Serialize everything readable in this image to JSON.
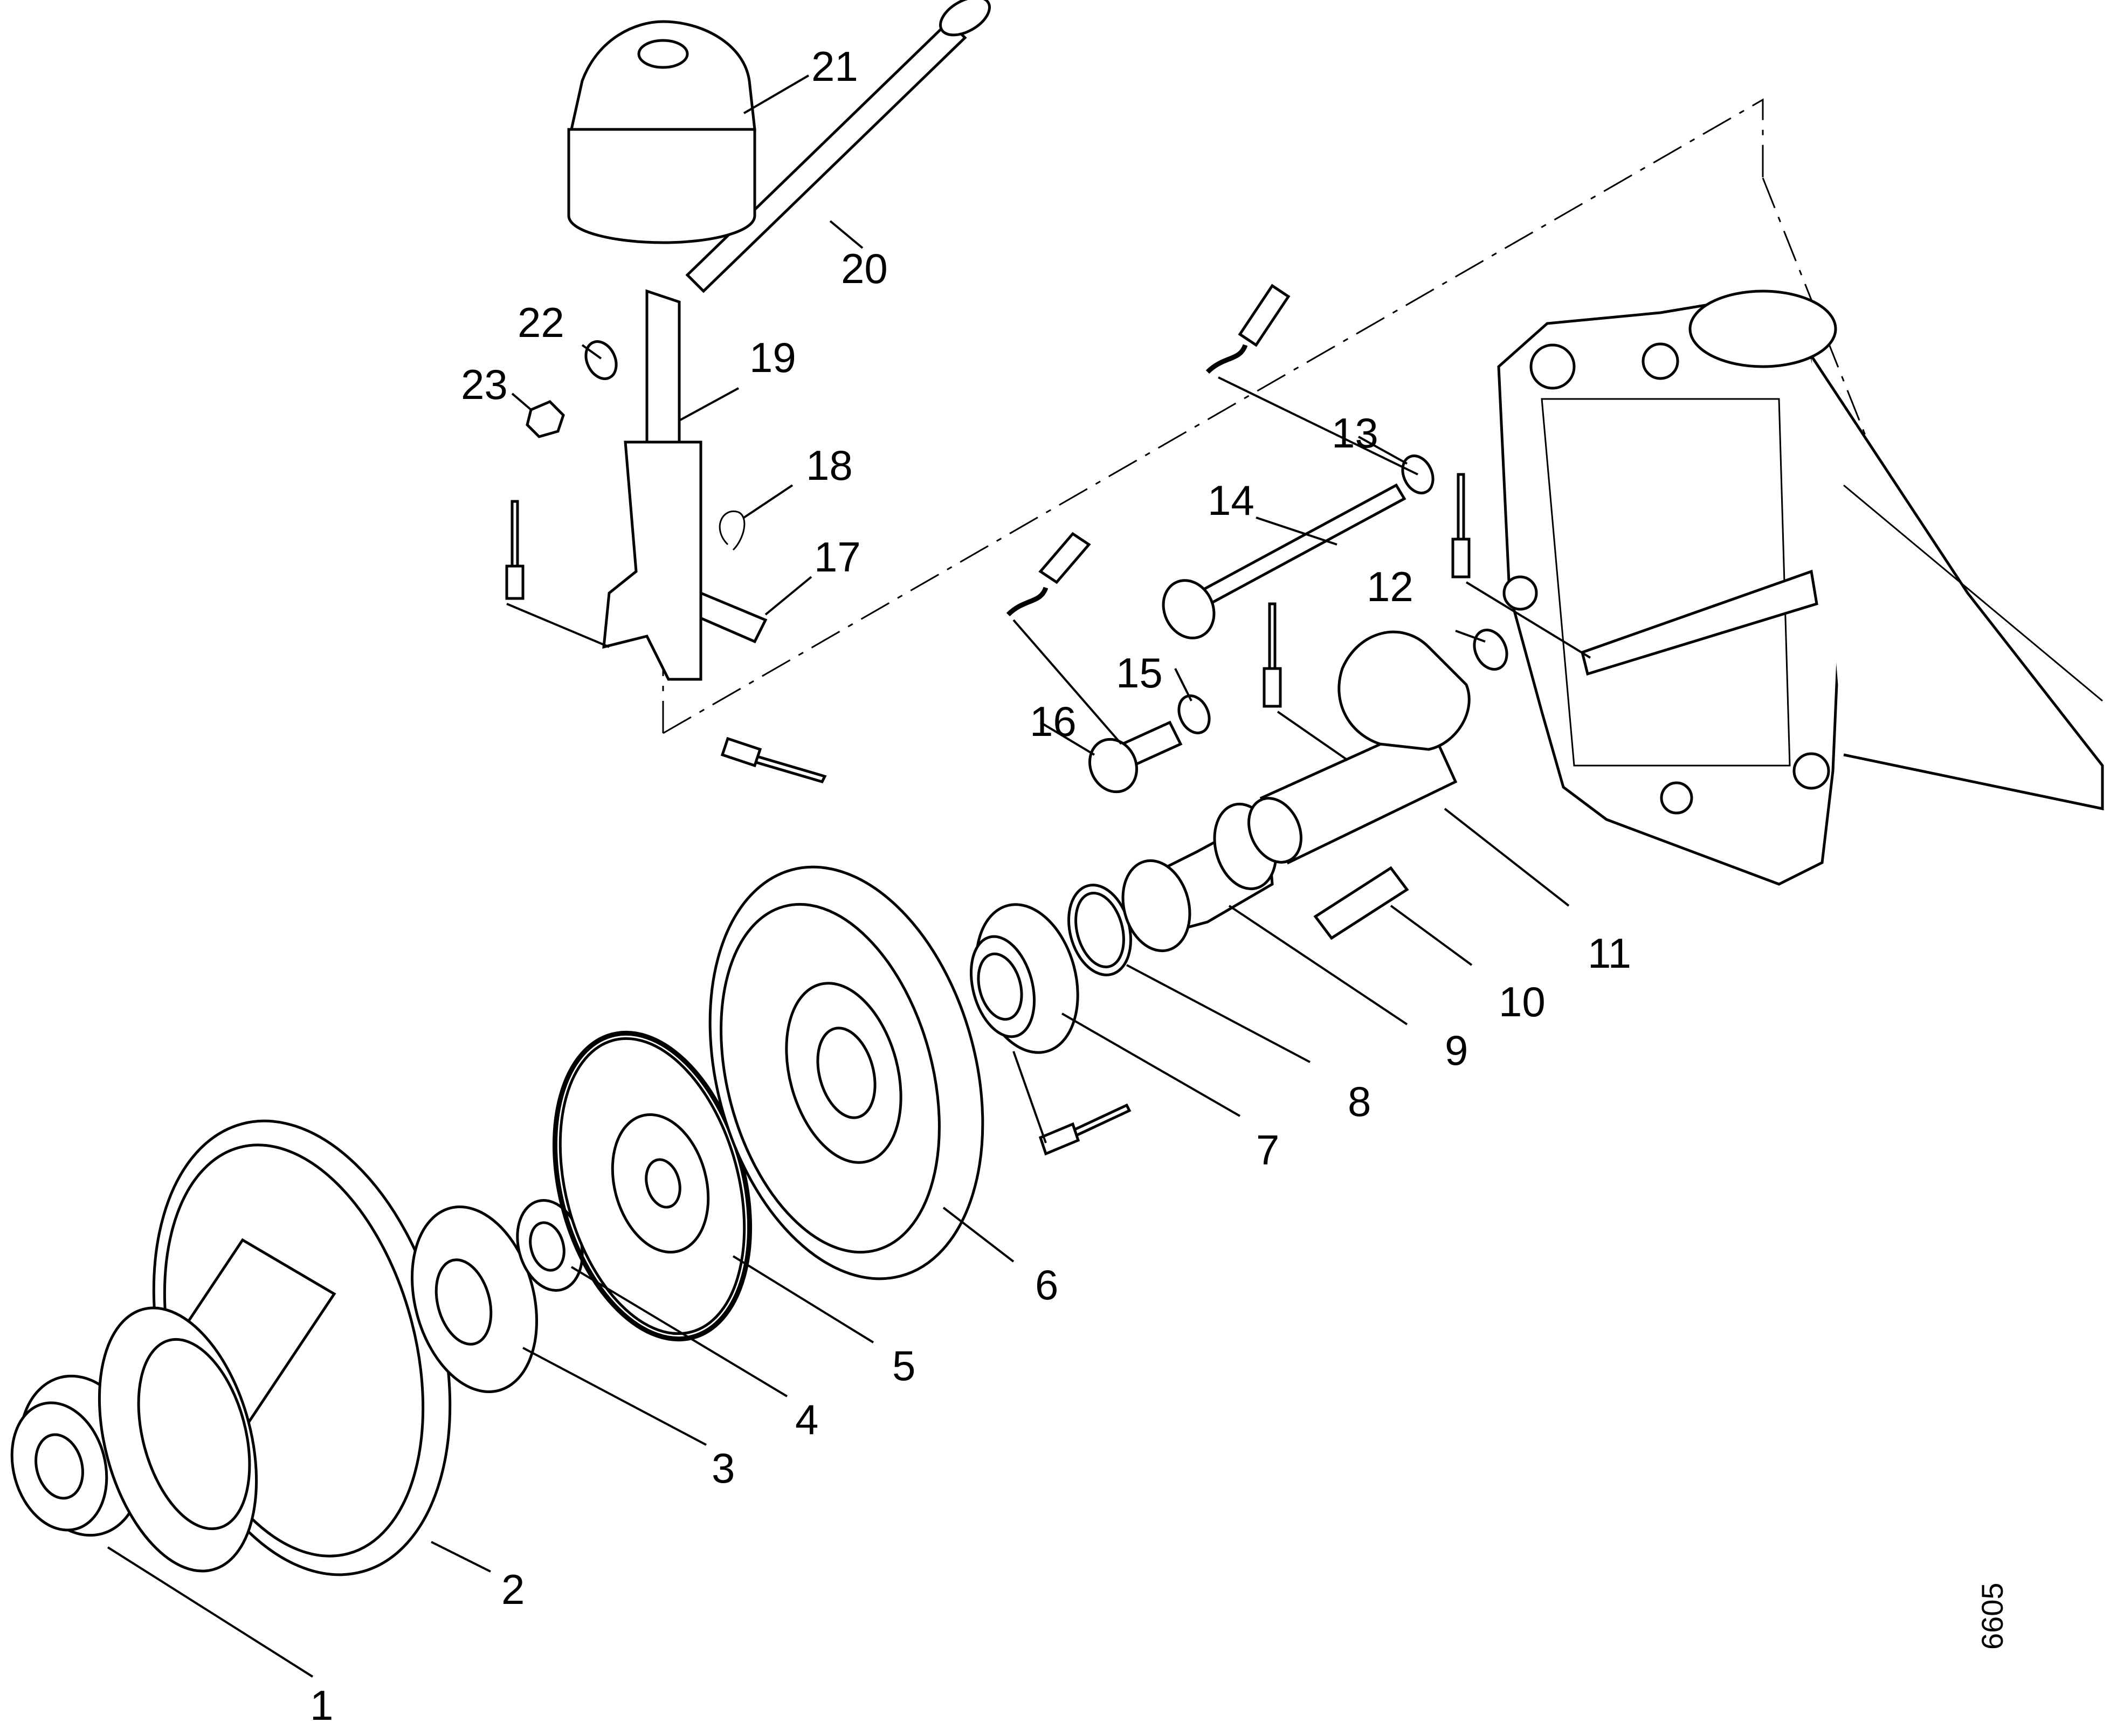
{
  "labels": [
    "1",
    "2",
    "3",
    "4",
    "5",
    "6",
    "7",
    "8",
    "9",
    "10",
    "11",
    "12",
    "13",
    "14",
    "15",
    "16",
    "17",
    "18",
    "19",
    "20",
    "21",
    "22",
    "23"
  ],
  "reference_number": "6605"
}
